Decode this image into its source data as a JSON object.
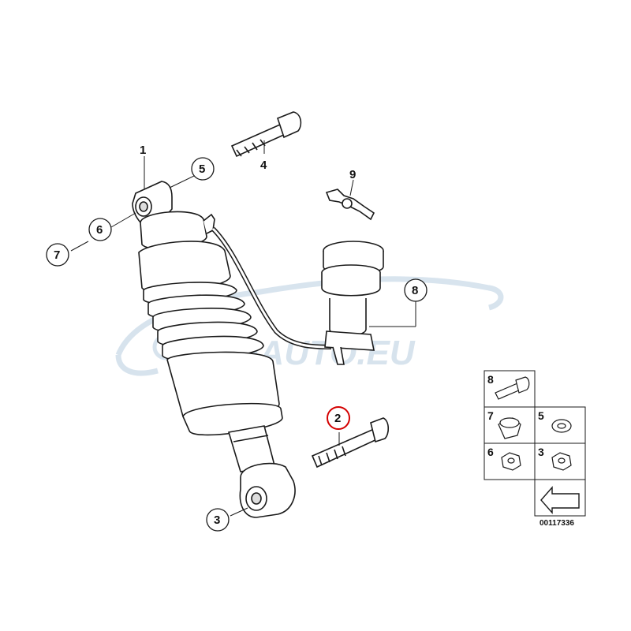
{
  "callouts": [
    {
      "id": "1",
      "label": "1"
    },
    {
      "id": "2",
      "label": "2",
      "highlighted": true
    },
    {
      "id": "3",
      "label": "3"
    },
    {
      "id": "4",
      "label": "4"
    },
    {
      "id": "5",
      "label": "5"
    },
    {
      "id": "6",
      "label": "6"
    },
    {
      "id": "7",
      "label": "7"
    },
    {
      "id": "8",
      "label": "8"
    },
    {
      "id": "9",
      "label": "9"
    }
  ],
  "legend": {
    "cells": [
      {
        "label": "8",
        "icon": "bolt-icon"
      },
      {
        "label": "7",
        "icon": "cap-nut-icon"
      },
      {
        "label": "5",
        "icon": "washer-icon"
      },
      {
        "label": "6",
        "icon": "hex-nut-icon"
      },
      {
        "label": "3",
        "icon": "hex-nut-icon"
      }
    ],
    "arrow_icon": "front-direction-arrow-icon"
  },
  "reference_number": "00117336",
  "watermark": {
    "text": "BMAUTO.EU",
    "color": "#b8cde0",
    "accent": "#e86a5a"
  },
  "colors": {
    "highlight": "#d40000",
    "outline": "#1a1a1a"
  }
}
